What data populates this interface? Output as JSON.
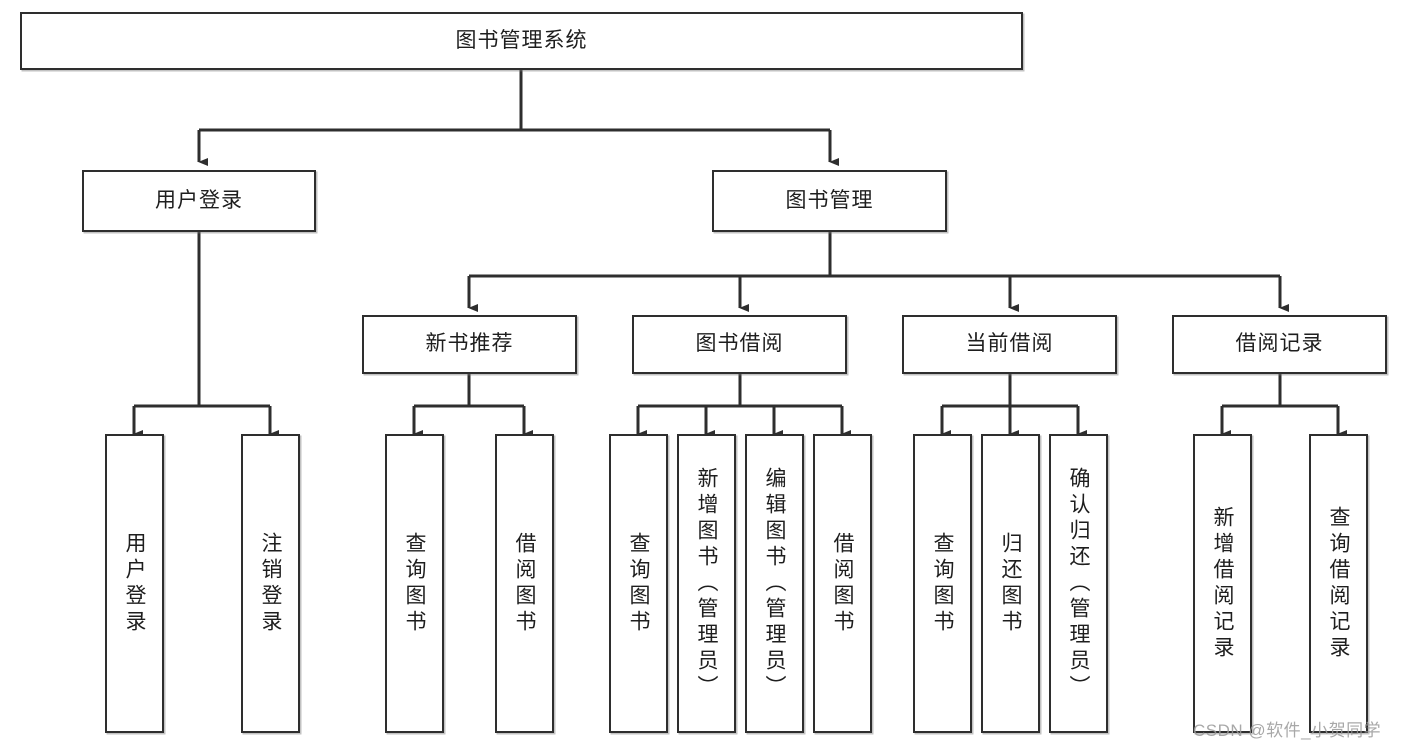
{
  "diagram": {
    "type": "tree-hierarchy",
    "title": "图书管理系统",
    "root": {
      "id": "root",
      "label": "图书管理系统"
    },
    "level2": [
      {
        "id": "user-login",
        "label": "用户登录"
      },
      {
        "id": "book-manage",
        "label": "图书管理"
      }
    ],
    "level3": [
      {
        "id": "new-book-rec",
        "label": "新书推荐",
        "parent": "book-manage"
      },
      {
        "id": "book-borrow",
        "label": "图书借阅",
        "parent": "book-manage"
      },
      {
        "id": "current-borrow",
        "label": "当前借阅",
        "parent": "book-manage"
      },
      {
        "id": "borrow-record",
        "label": "借阅记录",
        "parent": "book-manage"
      }
    ],
    "leaves": [
      {
        "id": "leaf-user-login",
        "label": "用户登录",
        "parent": "user-login"
      },
      {
        "id": "leaf-user-logout",
        "label": "注销登录",
        "parent": "user-login"
      },
      {
        "id": "leaf-query-book-1",
        "label": "查询图书",
        "parent": "new-book-rec"
      },
      {
        "id": "leaf-borrow-book-1",
        "label": "借阅图书",
        "parent": "new-book-rec"
      },
      {
        "id": "leaf-query-book-2",
        "label": "查询图书",
        "parent": "book-borrow"
      },
      {
        "id": "leaf-add-book",
        "label": "新增图书（管理员）",
        "parent": "book-borrow"
      },
      {
        "id": "leaf-edit-book",
        "label": "编辑图书（管理员）",
        "parent": "book-borrow"
      },
      {
        "id": "leaf-borrow-book-2",
        "label": "借阅图书",
        "parent": "book-borrow"
      },
      {
        "id": "leaf-query-book-3",
        "label": "查询图书",
        "parent": "current-borrow"
      },
      {
        "id": "leaf-return-book",
        "label": "归还图书",
        "parent": "current-borrow"
      },
      {
        "id": "leaf-confirm-return",
        "label": "确认归还（管理员）",
        "parent": "current-borrow"
      },
      {
        "id": "leaf-add-record",
        "label": "新增借阅记录",
        "parent": "borrow-record"
      },
      {
        "id": "leaf-query-record",
        "label": "查询借阅记录",
        "parent": "borrow-record"
      }
    ],
    "colors": {
      "border": "#2e2e2e",
      "background": "#ffffff",
      "text": "#1e1e1e",
      "connector": "#2e2e2e",
      "watermark": "#9a9a9a"
    }
  },
  "watermark": {
    "text": "CSDN @软件_小贺同学"
  }
}
